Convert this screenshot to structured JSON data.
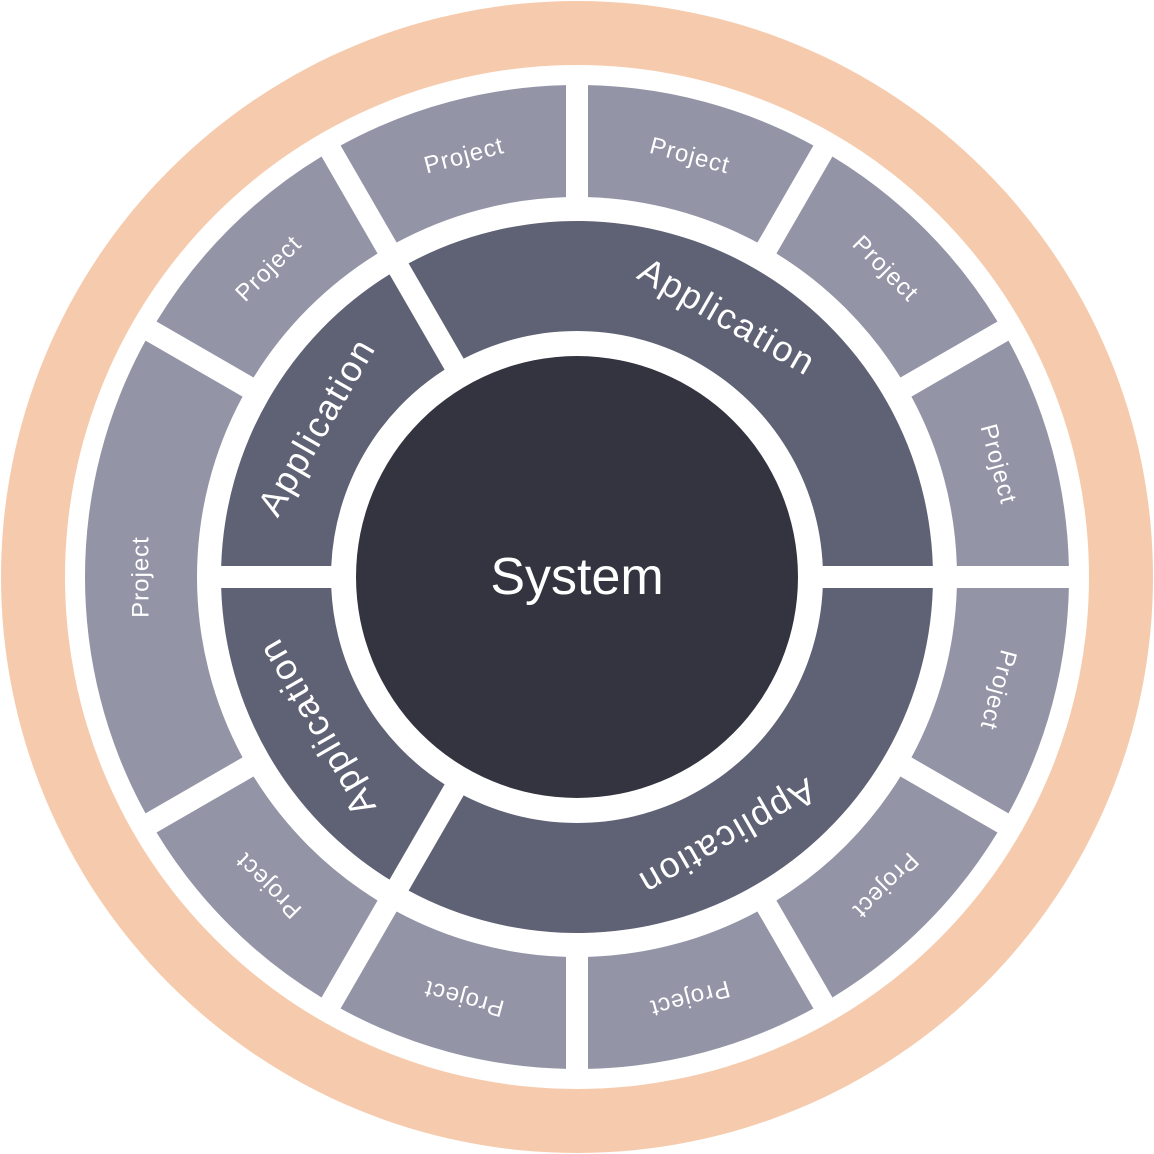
{
  "diagram": {
    "center": {
      "label": "System"
    },
    "applications": [
      {
        "label": "Application"
      },
      {
        "label": "Application"
      },
      {
        "label": "Application"
      },
      {
        "label": "Application"
      }
    ],
    "projects": [
      {
        "label": "Project"
      },
      {
        "label": "Project"
      },
      {
        "label": "Project"
      },
      {
        "label": "Project"
      },
      {
        "label": "Project"
      },
      {
        "label": "Project"
      },
      {
        "label": "Project"
      },
      {
        "label": "Project"
      },
      {
        "label": "Project"
      },
      {
        "label": "Project"
      },
      {
        "label": "Project"
      }
    ],
    "colors": {
      "outer_ring": "#f6cbad",
      "project": "#9394a6",
      "application": "#5f6174",
      "system": "#343441",
      "separator": "#ffffff",
      "text": "#ffffff"
    }
  }
}
